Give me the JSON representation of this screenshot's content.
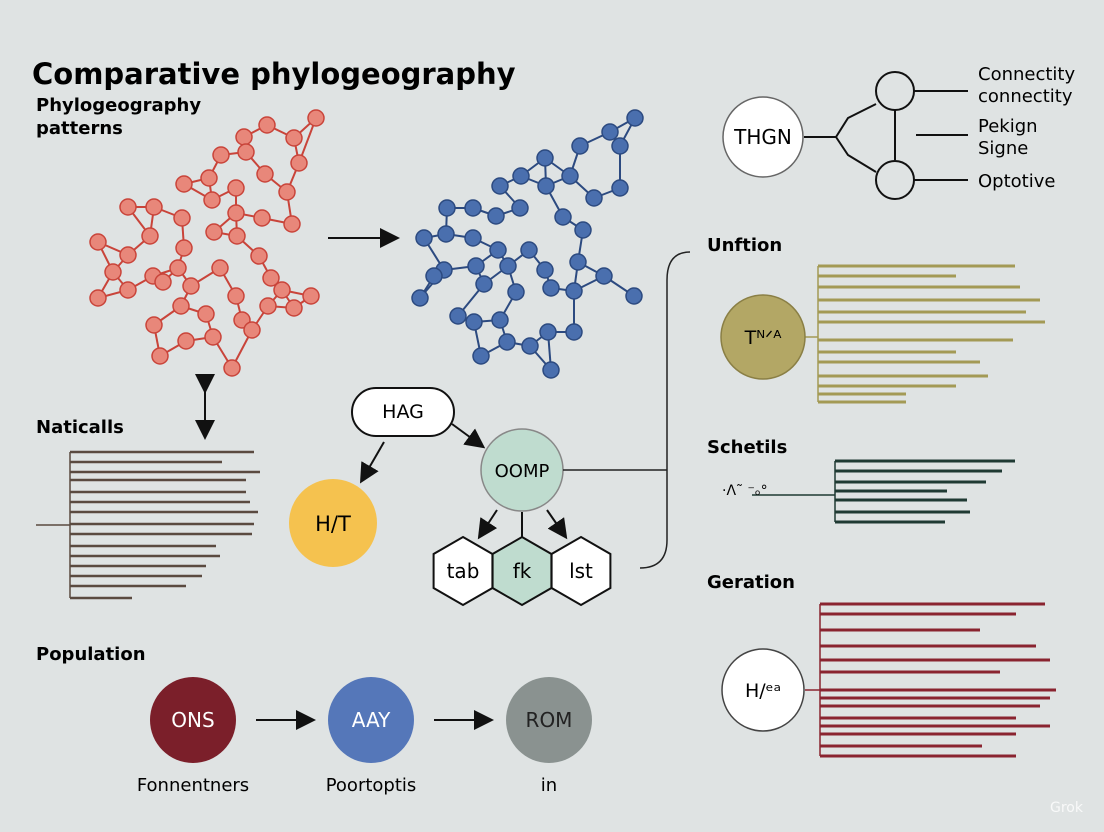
{
  "title": "Comparative phylogeography",
  "sections": {
    "patterns": "Phylogeography patterns",
    "naticalls": "Naticalls",
    "population": "Population",
    "unftion": "Unftion",
    "schetils": "Schetils",
    "geration": "Geration"
  },
  "top_right": {
    "node": "THGN",
    "labels": [
      "Connectity",
      "connectity",
      "Pekign",
      "Signe",
      "Optotive"
    ]
  },
  "center": {
    "hag": "HAG",
    "ht": "H/T",
    "oomp": "OOMP",
    "hexagons": [
      "tab",
      "fk",
      "lst"
    ]
  },
  "unftion_node": "Tᴺᐟᴬ",
  "schetils_marks": "·Λ˜ ⁻ₒ°",
  "geration_node": "H/ᵉᵃ",
  "population": [
    {
      "label": "ONS",
      "caption": "Fonnentners",
      "color": "#7b1f2a"
    },
    {
      "label": "AAY",
      "caption": "Poortoptis",
      "color": "#5577b9"
    },
    {
      "label": "ROM",
      "caption": "in",
      "color": "#8a9290"
    }
  ],
  "colors": {
    "background": "#dfe3e3",
    "red_network": "#e8877a",
    "blue_network": "#4a6fae",
    "ht_fill": "#f5c24f",
    "oomp_fill": "#bfdccf",
    "olive": "#b3a765",
    "dark_green": "#1f3a33",
    "maroon": "#8a2430"
  },
  "watermark": "Grok"
}
